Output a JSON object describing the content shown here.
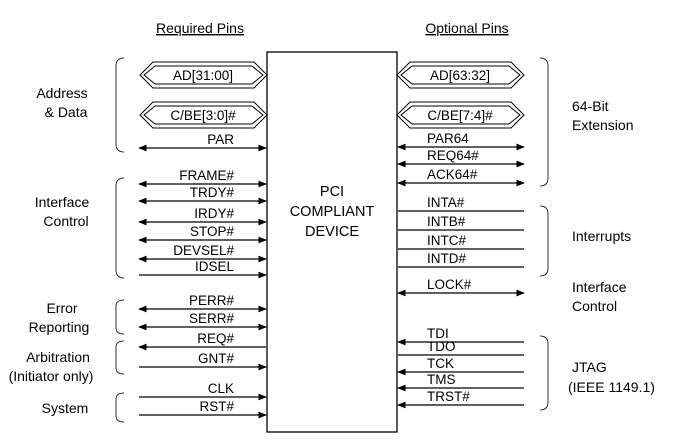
{
  "headers": {
    "required": "Required Pins",
    "optional": "Optional Pins"
  },
  "device": {
    "line1": "PCI",
    "line2": "COMPLIANT",
    "line3": "DEVICE"
  },
  "left_groups": {
    "address_data": [
      "Address",
      "& Data"
    ],
    "interface_control": [
      "Interface",
      "Control"
    ],
    "error_reporting": [
      "Error",
      "Reporting"
    ],
    "arbitration": [
      "Arbitration",
      "(Initiator only)"
    ],
    "system": [
      "System"
    ]
  },
  "right_groups": {
    "extension_64bit": [
      "64-Bit",
      "Extension"
    ],
    "interrupts": [
      "Interrupts"
    ],
    "interface_control": [
      "Interface",
      "Control"
    ],
    "jtag": [
      "JTAG",
      "(IEEE 1149.1)"
    ]
  },
  "left_pins": {
    "ad": "AD[31:00]",
    "cbe": "C/BE[3:0]#",
    "par": "PAR",
    "frame": "FRAME#",
    "trdy": "TRDY#",
    "irdy": "IRDY#",
    "stop": "STOP#",
    "devsel": "DEVSEL#",
    "idsel": "IDSEL",
    "perr": "PERR#",
    "serr": "SERR#",
    "req": "REQ#",
    "gnt": "GNT#",
    "clk": "CLK",
    "rst": "RST#"
  },
  "right_pins": {
    "ad64": "AD[63:32]",
    "cbe64": "C/BE[7:4]#",
    "par64": "PAR64",
    "req64": "REQ64#",
    "ack64": "ACK64#",
    "inta": "INTA#",
    "intb": "INTB#",
    "intc": "INTC#",
    "intd": "INTD#",
    "lock": "LOCK#",
    "tdi": "TDI",
    "tdo": "TDO",
    "tck": "TCK",
    "tms": "TMS",
    "trst": "TRST#"
  }
}
